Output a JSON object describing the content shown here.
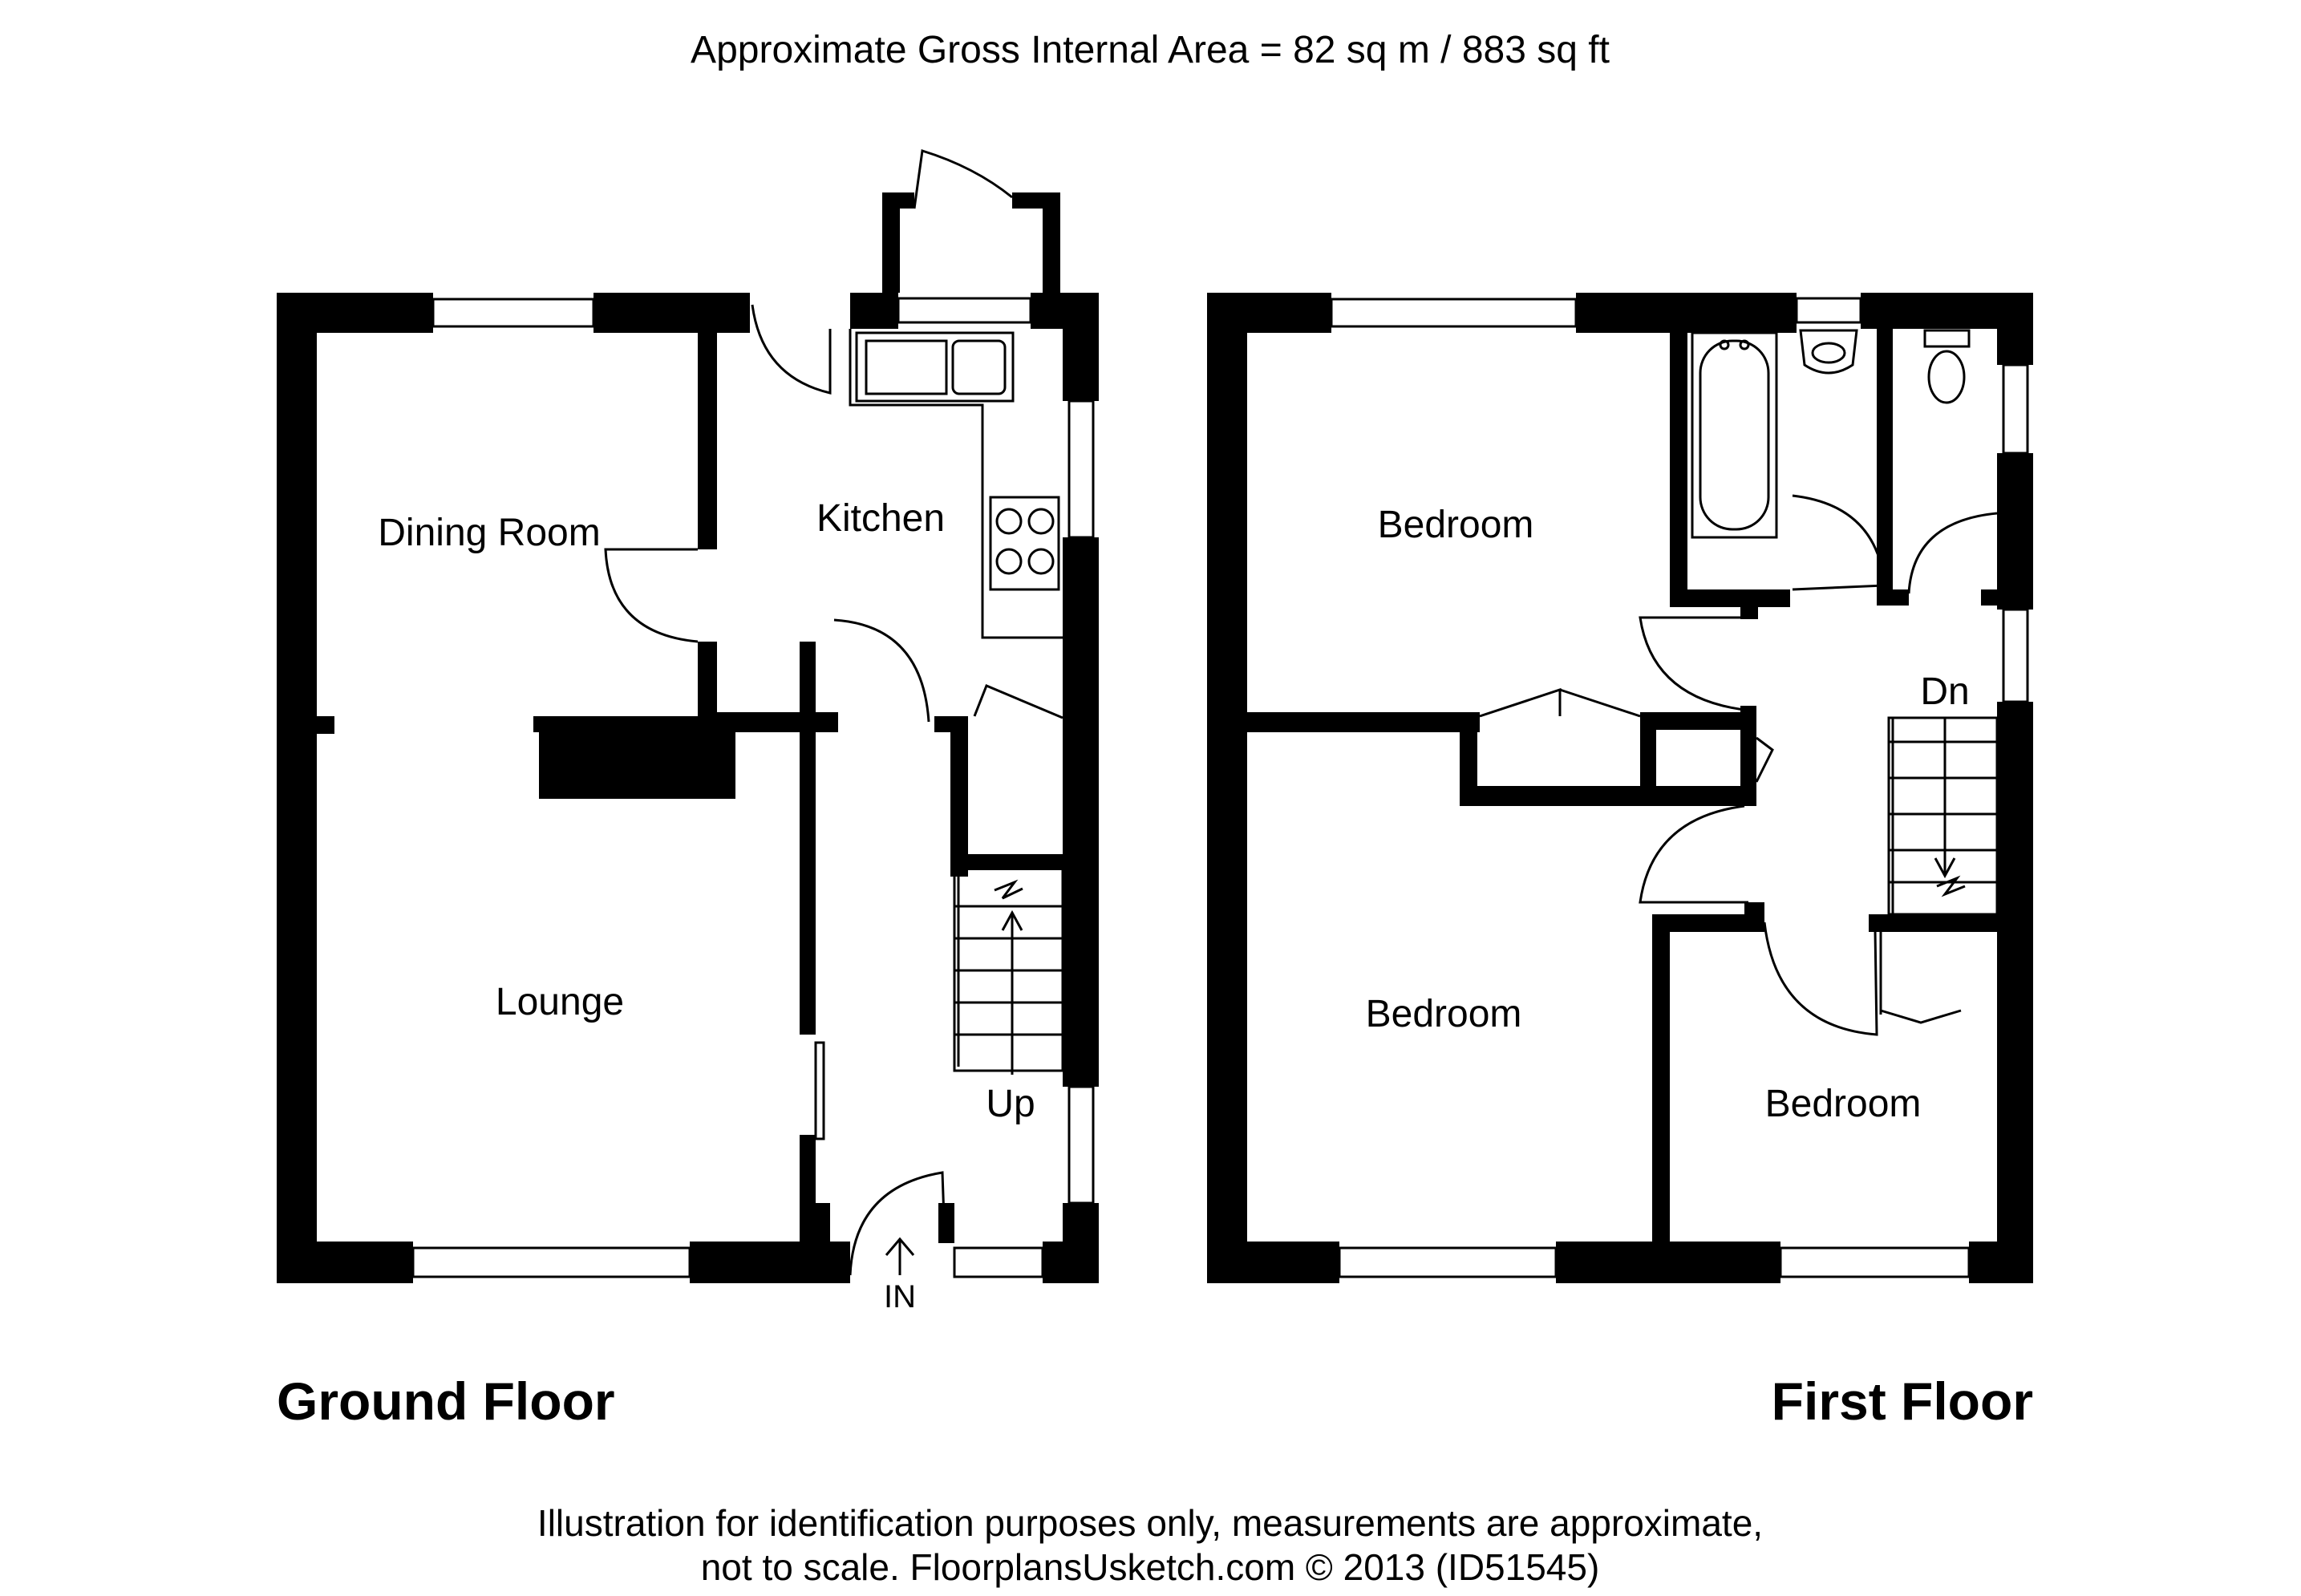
{
  "header": {
    "area_text": "Approximate Gross Internal Area  = 82 sq m / 883 sq ft"
  },
  "ground_floor": {
    "title": "Ground Floor",
    "rooms": {
      "dining_room": "Dining Room",
      "kitchen": "Kitchen",
      "lounge": "Lounge"
    },
    "stairs_label": "Up",
    "entrance_label": "IN"
  },
  "first_floor": {
    "title": "First Floor",
    "rooms": {
      "bedroom_1": "Bedroom",
      "bedroom_2": "Bedroom",
      "bedroom_3": "Bedroom"
    },
    "stairs_label": "Dn"
  },
  "footer": {
    "line1": "Illustration for identification purposes only, measurements are approximate,",
    "line2": "not to scale. FloorplansUsketch.com © 2013 (ID51545)"
  }
}
